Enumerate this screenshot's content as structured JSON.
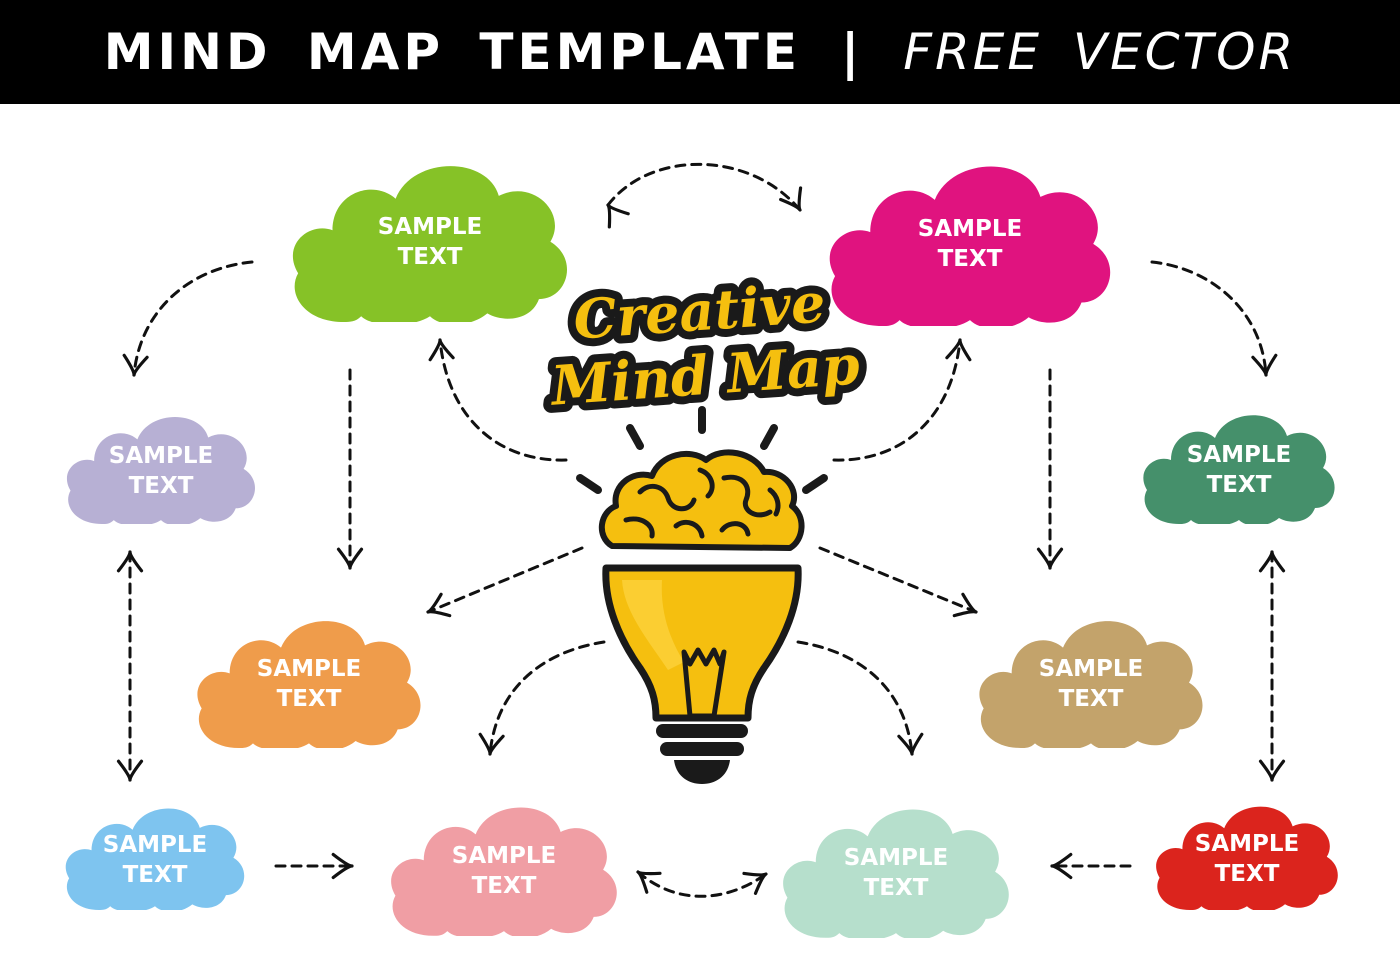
{
  "header": {
    "title_bold": "MIND MAP TEMPLATE",
    "separator": "|",
    "title_light": "FREE VECTOR"
  },
  "center": {
    "title_line1": "Creative",
    "title_line2": "Mind Map",
    "icon": "lightbulb-brain-icon",
    "bulb_color": "#f5bf0f",
    "outline_color": "#1a1a1a"
  },
  "clouds": [
    {
      "id": "green",
      "line1": "SAMPLE",
      "line2": "TEXT",
      "color": "#86c227"
    },
    {
      "id": "magenta",
      "line1": "SAMPLE",
      "line2": "TEXT",
      "color": "#e0137f"
    },
    {
      "id": "lavender",
      "line1": "SAMPLE",
      "line2": "TEXT",
      "color": "#b7b0d4"
    },
    {
      "id": "teal",
      "line1": "SAMPLE",
      "line2": "TEXT",
      "color": "#45906b"
    },
    {
      "id": "orange",
      "line1": "SAMPLE",
      "line2": "TEXT",
      "color": "#ef9c4b"
    },
    {
      "id": "tan",
      "line1": "SAMPLE",
      "line2": "TEXT",
      "color": "#c3a36b"
    },
    {
      "id": "skyblue",
      "line1": "SAMPLE",
      "line2": "TEXT",
      "color": "#7ec4ef"
    },
    {
      "id": "pink",
      "line1": "SAMPLE",
      "line2": "TEXT",
      "color": "#f09ea4"
    },
    {
      "id": "mint",
      "line1": "SAMPLE",
      "line2": "TEXT",
      "color": "#b6dfcc"
    },
    {
      "id": "red",
      "line1": "SAMPLE",
      "line2": "TEXT",
      "color": "#db241d"
    }
  ]
}
